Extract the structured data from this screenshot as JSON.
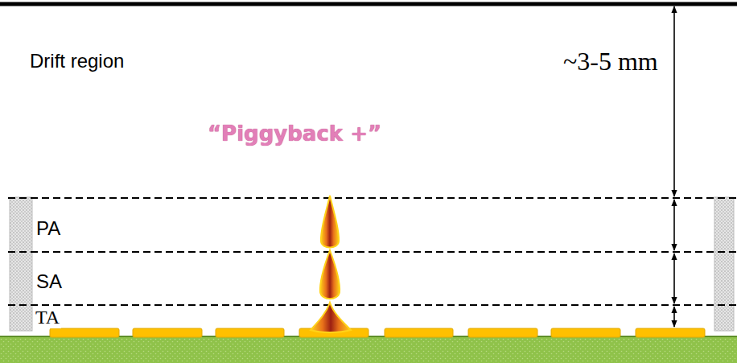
{
  "diagram": {
    "labels": [
      "Drift region",
      "~3-5 mm",
      "“Piggyback +”",
      "PA",
      "SA",
      "TA"
    ]
  }
}
